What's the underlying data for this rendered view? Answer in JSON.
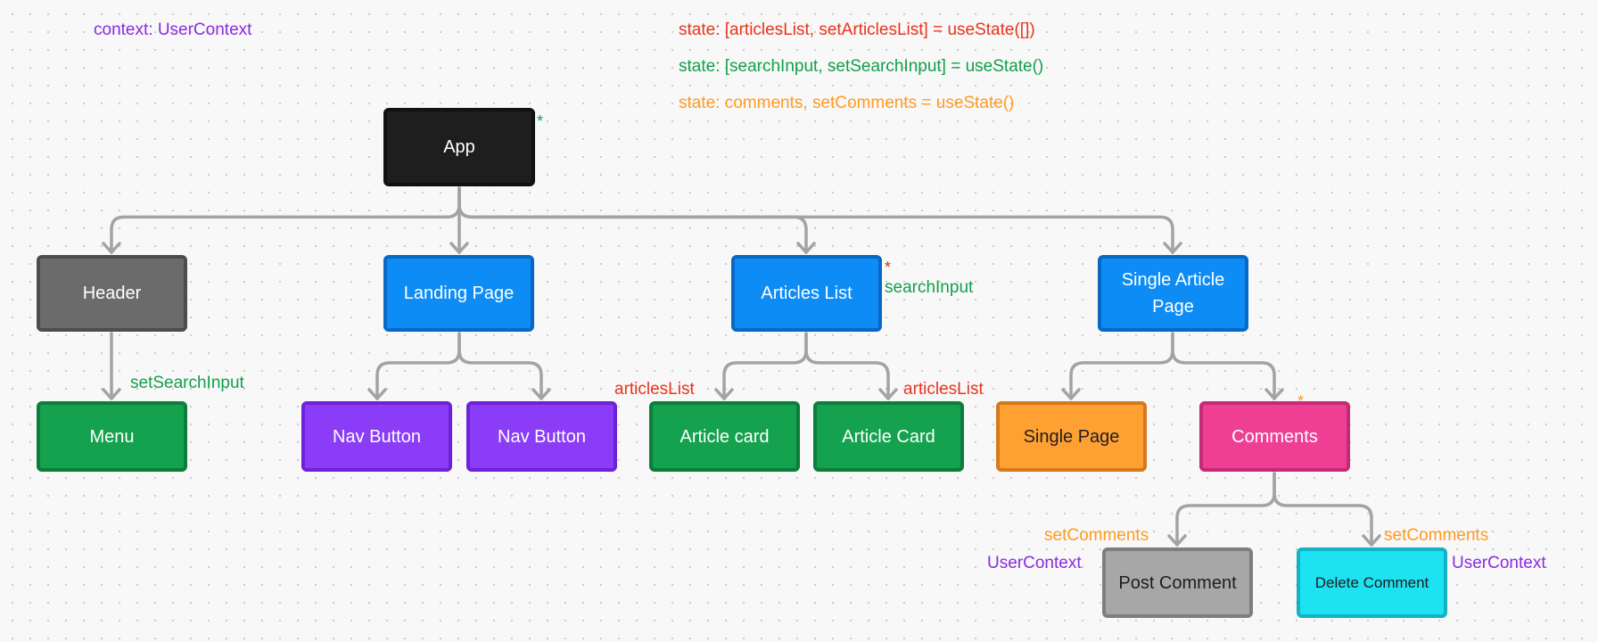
{
  "colors": {
    "connector": "#a3a3a3",
    "purple_text": "#8a2be2",
    "red_text": "#e8341c",
    "green_text": "#129f4a",
    "orange_text": "#ff9a1f"
  },
  "state_notes": {
    "context": "context: UserContext",
    "articles_state": "state: [articlesList, setArticlesList] = useState([])",
    "search_state": "state: [searchInput, setSearchInput] = useState()",
    "comments_state": "state: comments, setComments = useState()"
  },
  "nodes": {
    "app": {
      "label": "App",
      "fill": "#1e1e1e",
      "border": "#111111"
    },
    "header": {
      "label": "Header",
      "fill": "#6b6b6b",
      "border": "#4d4d4d"
    },
    "landing_page": {
      "label": "Landing Page",
      "fill": "#0d8cf5",
      "border": "#0869c4"
    },
    "articles_list": {
      "label": "Articles List",
      "fill": "#0d8cf5",
      "border": "#0869c4"
    },
    "single_article_page": {
      "label": "Single Article Page",
      "fill": "#0d8cf5",
      "border": "#0869c4"
    },
    "menu": {
      "label": "Menu",
      "fill": "#14a24f",
      "border": "#0c7d3b"
    },
    "nav_button_1": {
      "label": "Nav Button",
      "fill": "#8b3cf7",
      "border": "#6c22d6"
    },
    "nav_button_2": {
      "label": "Nav Button",
      "fill": "#8b3cf7",
      "border": "#6c22d6"
    },
    "article_card_1": {
      "label": "Article card",
      "fill": "#14a24f",
      "border": "#0c7d3b"
    },
    "article_card_2": {
      "label": "Article Card",
      "fill": "#14a24f",
      "border": "#0c7d3b"
    },
    "single_page": {
      "label": "Single Page",
      "fill": "#ffa033",
      "border": "#d47a1c"
    },
    "comments": {
      "label": "Comments",
      "fill": "#ee3f95",
      "border": "#c42a76"
    },
    "post_comment": {
      "label": "Post Comment",
      "fill": "#a7a7a7",
      "border": "#7e7e7e"
    },
    "delete_comment": {
      "label": "Delete Comment",
      "fill": "#1de2f2",
      "border": "#12b3c2"
    }
  },
  "annotations": {
    "app_star": "*",
    "articles_star": "*",
    "comments_star": "*",
    "search_input": "searchInput",
    "set_search_input": "setSearchInput",
    "articles_list_left": "articlesList",
    "articles_list_right": "articlesList",
    "set_comments_left": "setComments",
    "set_comments_right": "setComments",
    "user_context_left": "UserContext",
    "user_context_right": "UserContext"
  }
}
